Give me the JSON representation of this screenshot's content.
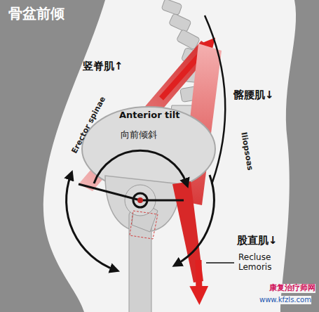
{
  "diagram": {
    "title": "骨盆前倾",
    "labels": [
      "竖脊肌↑",
      "Erector spinae",
      "Anterior tilt",
      "向前倾斜",
      "髂腰肌↓",
      "Iliopsoas",
      "股直肌↓",
      "Recluse Lemoris",
      "康复治疗师网",
      "www.kfzls.com"
    ]
  }
}
